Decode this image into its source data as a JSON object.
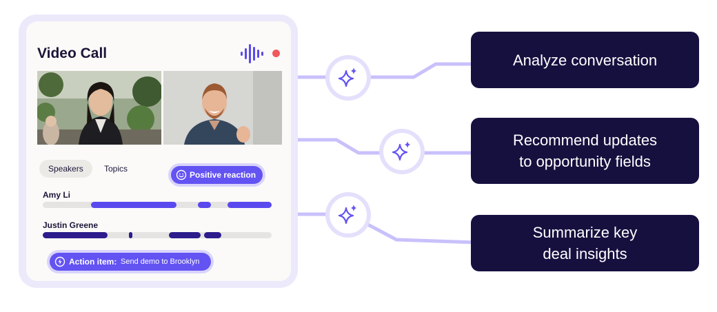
{
  "video_call": {
    "title": "Video Call",
    "tabs": [
      {
        "label": "Speakers",
        "active": true
      },
      {
        "label": "Topics",
        "active": false
      }
    ],
    "positive_badge": {
      "label": "Positive reaction",
      "icon": "smiley-icon"
    },
    "speakers": [
      {
        "name": "Amy Li"
      },
      {
        "name": "Justin Greene"
      }
    ],
    "action_badge": {
      "prefix": "Action item:",
      "text": "Send demo to Brooklyn",
      "icon": "lightning-icon"
    },
    "waveform_icon": "audio-waveform-icon",
    "recording_icon": "recording-dot-icon"
  },
  "features": [
    {
      "lines": [
        "Analyze conversation"
      ],
      "icon": "sparkle-icon"
    },
    {
      "lines": [
        "Recommend updates",
        "to opportunity fields"
      ],
      "icon": "sparkle-icon"
    },
    {
      "lines": [
        "Summarize key",
        "deal insights"
      ],
      "icon": "sparkle-icon"
    }
  ],
  "colors": {
    "accent": "#6353f2",
    "dark_navy": "#16103f",
    "speaker_1": "#5a49ee",
    "speaker_2": "#2d1c8c",
    "connector": "#c5befa",
    "recording": "#f05a5a"
  }
}
